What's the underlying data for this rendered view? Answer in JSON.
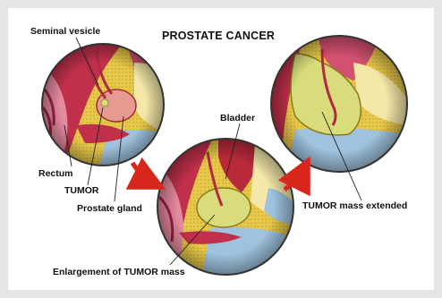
{
  "diagram": {
    "title": "PROSTATE CANCER",
    "labels": {
      "seminal_vesicle": "Seminal vesicle",
      "bladder": "Bladder",
      "rectum": "Rectum",
      "tumor": "TUMOR",
      "prostate_gland": "Prostate gland",
      "tumor_mass_extended": "TUMOR mass extended",
      "enlargement": "Enlargement of TUMOR mass"
    },
    "colors": {
      "background": "#e5e5e5",
      "panel": "#ffffff",
      "arrow": "#d9261c",
      "tissue_pink": "#e58aa0",
      "tissue_red": "#c0304a",
      "fat_yellow": "#e8c84a",
      "bladder_blue": "#9fc3de",
      "tumor_green": "#d8dc7a"
    }
  }
}
